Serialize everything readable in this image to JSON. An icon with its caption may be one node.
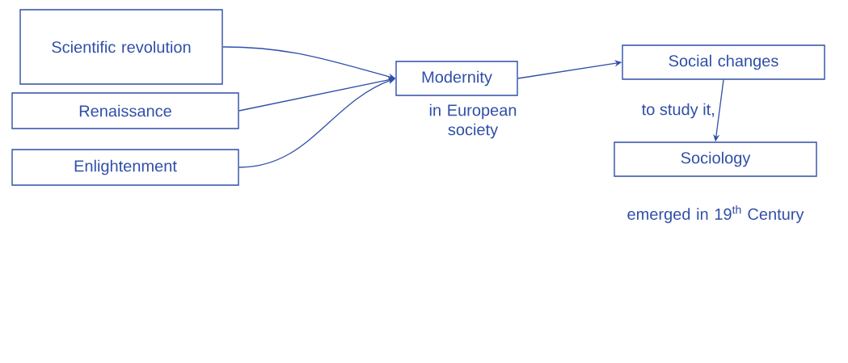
{
  "diagram": {
    "nodes": [
      {
        "text": [
          "Scientific revolution"
        ]
      },
      {
        "text": [
          "Renaissance"
        ]
      },
      {
        "text": [
          "Enlightenment"
        ]
      },
      {
        "text": [
          "Modernity"
        ],
        "beside": [
          "in European society"
        ]
      },
      {
        "text": [
          "Social changes"
        ]
      },
      {
        "text": [
          "Sociology"
        ],
        "beside": [
          "emerged in 19$^{th}$ Century"
        ]
      }
    ],
    "edges": [
      {
        "from": 0,
        "to": 3,
        "arrow": "to"
      },
      {
        "from": 1,
        "to": 3,
        "arrow": "to"
      },
      {
        "from": 2,
        "to": 3,
        "arrow": "to"
      },
      {
        "from": 3,
        "to": 4,
        "arrow": "to"
      },
      {
        "from": 4,
        "to": 5,
        "arrow": "to",
        "label": "to study it,"
      }
    ]
  }
}
